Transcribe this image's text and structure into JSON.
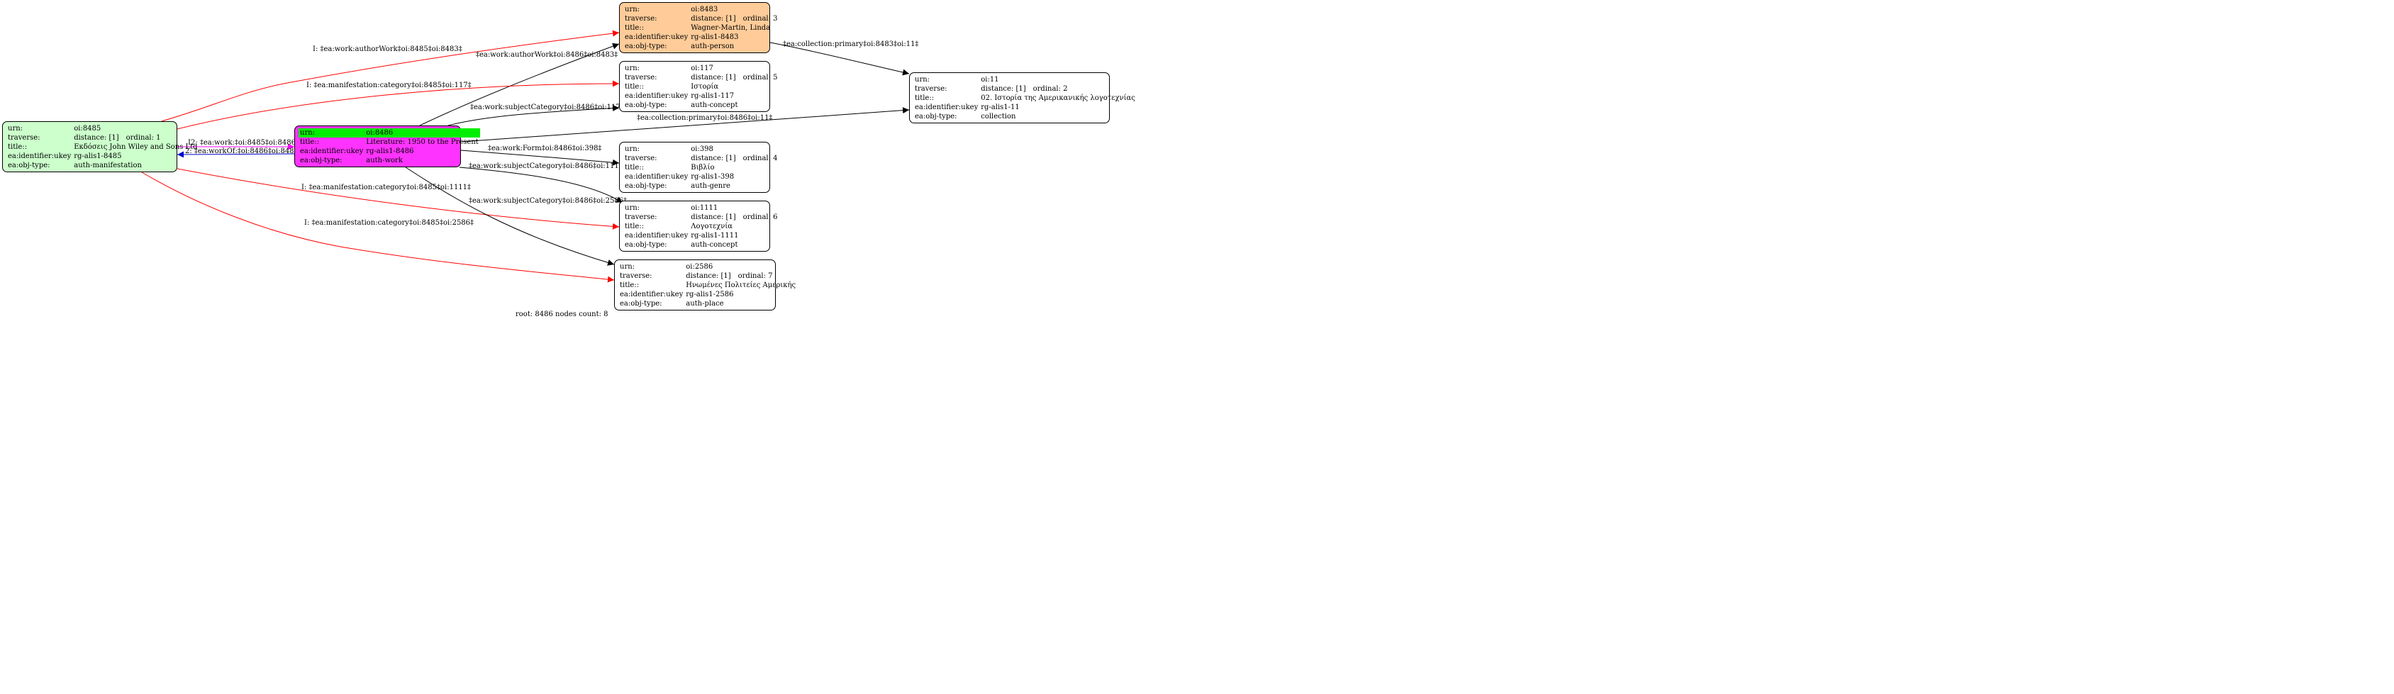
{
  "colors": {
    "highlight": "#00ee00"
  },
  "nodes": {
    "n8483": {
      "urn_label": "urn:",
      "urn": "oi:8483",
      "traverse_label": "traverse:",
      "distance": "distance: [1]",
      "ordinal": "ordinal: 3",
      "title_label": "title::",
      "title": "Wagner-Martin, Linda",
      "ukey_label": "ea:identifier:ukey",
      "ukey": "rg-alis1-8483",
      "type_label": "ea:obj-type:",
      "type": "auth-person",
      "fill": "#ffcc99"
    },
    "n117": {
      "urn_label": "urn:",
      "urn": "oi:117",
      "traverse_label": "traverse:",
      "distance": "distance: [1]",
      "ordinal": "ordinal: 5",
      "title_label": "title::",
      "title": "Ιστορία",
      "ukey_label": "ea:identifier:ukey",
      "ukey": "rg-alis1-117",
      "type_label": "ea:obj-type:",
      "type": "auth-concept",
      "fill": "#ffffff"
    },
    "n11": {
      "urn_label": "urn:",
      "urn": "oi:11",
      "traverse_label": "traverse:",
      "distance": "distance: [1]",
      "ordinal": "ordinal: 2",
      "title_label": "title::",
      "title": "02. Ιστορία της Αμερικανικής λογοτεχνίας",
      "ukey_label": "ea:identifier:ukey",
      "ukey": "rg-alis1-11",
      "type_label": "ea:obj-type:",
      "type": "collection",
      "fill": "#ffffff"
    },
    "n8485": {
      "urn_label": "urn:",
      "urn": "oi:8485",
      "traverse_label": "traverse:",
      "distance": "distance: [1]",
      "ordinal": "ordinal: 1",
      "title_label": "title::",
      "title": "Εκδόσεις John Wiley and Sons Ltd",
      "ukey_label": "ea:identifier:ukey",
      "ukey": "rg-alis1-8485",
      "type_label": "ea:obj-type:",
      "type": "auth-manifestation",
      "fill": "#ccffcc"
    },
    "n8486": {
      "urn_label": "urn:",
      "urn": "oi:8486",
      "title_label": "title::",
      "title": "Literature: 1950 to the Present",
      "ukey_label": "ea:identifier:ukey",
      "ukey": "rg-alis1-8486",
      "type_label": "ea:obj-type:",
      "type": "auth-work",
      "fill": "#ff33ff"
    },
    "n398": {
      "urn_label": "urn:",
      "urn": "oi:398",
      "traverse_label": "traverse:",
      "distance": "distance: [1]",
      "ordinal": "ordinal: 4",
      "title_label": "title::",
      "title": "Βιβλίο",
      "ukey_label": "ea:identifier:ukey",
      "ukey": "rg-alis1-398",
      "type_label": "ea:obj-type:",
      "type": "auth-genre",
      "fill": "#ffffff"
    },
    "n1111": {
      "urn_label": "urn:",
      "urn": "oi:1111",
      "traverse_label": "traverse:",
      "distance": "distance: [1]",
      "ordinal": "ordinal: 6",
      "title_label": "title::",
      "title": "Λογοτεχνία",
      "ukey_label": "ea:identifier:ukey",
      "ukey": "rg-alis1-1111",
      "type_label": "ea:obj-type:",
      "type": "auth-concept",
      "fill": "#ffffff"
    },
    "n2586": {
      "urn_label": "urn:",
      "urn": "oi:2586",
      "traverse_label": "traverse:",
      "distance": "distance: [1]",
      "ordinal": "ordinal: 7",
      "title_label": "title::",
      "title": "Ηνωμένες Πολιτείες Αμερικής",
      "ukey_label": "ea:identifier:ukey",
      "ukey": "rg-alis1-2586",
      "type_label": "ea:obj-type:",
      "type": "auth-place",
      "fill": "#ffffff"
    }
  },
  "edges": [
    {
      "label": "I: ‡ea:work:authorWork‡oi:8485‡oi:8483‡",
      "color": "#ff0000"
    },
    {
      "label": "‡ea:work:authorWork‡oi:8486‡oi:8483‡",
      "color": "#000000"
    },
    {
      "label": "I: ‡ea:manifestation:category‡oi:8485‡oi:117‡",
      "color": "#ff0000"
    },
    {
      "label": "‡ea:collection:primary‡oi:8483‡oi:11‡",
      "color": "#000000"
    },
    {
      "label": "‡ea:work:subjectCategory‡oi:8486‡oi:117‡",
      "color": "#000000"
    },
    {
      "label": "‡ea:collection:primary‡oi:8486‡oi:11‡",
      "color": "#000000"
    },
    {
      "label": "I2: ‡ea:work:‡oi:8485‡oi:8486‡",
      "color": "#ff00ff"
    },
    {
      "label": "2: ‡ea:workOf:‡oi:8486‡oi:8485‡",
      "color": "#0000cc"
    },
    {
      "label": "‡ea:work:Form‡oi:8486‡oi:398‡",
      "color": "#000000"
    },
    {
      "label": "‡ea:work:subjectCategory‡oi:8486‡oi:1111‡",
      "color": "#000000"
    },
    {
      "label": "I: ‡ea:manifestation:category‡oi:8485‡oi:1111‡",
      "color": "#ff0000"
    },
    {
      "label": "‡ea:work:subjectCategory‡oi:8486‡oi:2586‡",
      "color": "#000000"
    },
    {
      "label": "I: ‡ea:manifestation:category‡oi:8485‡oi:2586‡",
      "color": "#ff0000"
    }
  ],
  "footer": "root: 8486 nodes count: 8"
}
